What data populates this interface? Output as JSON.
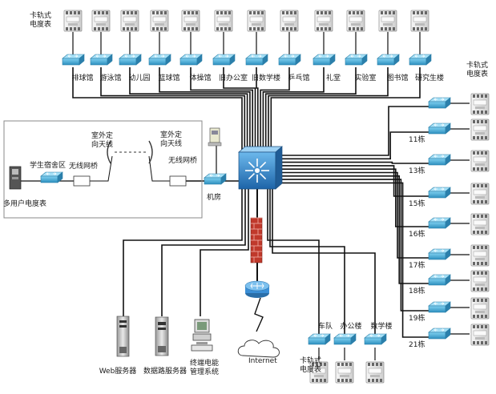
{
  "meter_label_top": [
    "卡轨式",
    "电度表"
  ],
  "meter_label_right": [
    "卡轨式",
    "电度表"
  ],
  "meter_label_bottom": [
    "卡轨式",
    "电度表"
  ],
  "top_buildings": [
    "排球馆",
    "游泳馆",
    "幼儿园",
    "篮球馆",
    "体操馆",
    "旧办公室",
    "旧数学楼",
    "乒乓馆",
    "礼堂",
    "实验室",
    "图书馆",
    "研究生楼"
  ],
  "right_buildings": [
    "",
    "11栋",
    "13栋",
    "15栋",
    "16栋",
    "17栋",
    "18栋",
    "19栋",
    "21栋"
  ],
  "bottom_buildings": [
    "车队",
    "办公楼",
    "数学楼"
  ],
  "servers": [
    "Web服务器",
    "数据路服务器",
    "终端电能\n管理系统"
  ],
  "machine_room": "机房",
  "internet": "Internet",
  "dorm": {
    "area_label": "学生宿舍区",
    "bridge_left": "无线网桥",
    "bridge_right": "无线网桥",
    "antenna_left": [
      "室外定",
      "向天线"
    ],
    "antenna_right": [
      "室外定",
      "向天线"
    ],
    "meter_label": "多用户电度表"
  },
  "colors": {
    "switch": "#4fb0d8",
    "switch_dark": "#2a7fa8",
    "core_switch": "#3c8fd0",
    "firewall": "#c0392b",
    "router": "#3b8fd6",
    "line": "#111111",
    "meter": "#e3e3e3"
  },
  "icons": [
    "meter-icon",
    "switch-icon",
    "core-switch-icon",
    "firewall-icon",
    "router-icon",
    "cloud-icon",
    "server-icon",
    "pc-icon",
    "phone-icon",
    "antenna-icon",
    "lightning-icon"
  ]
}
